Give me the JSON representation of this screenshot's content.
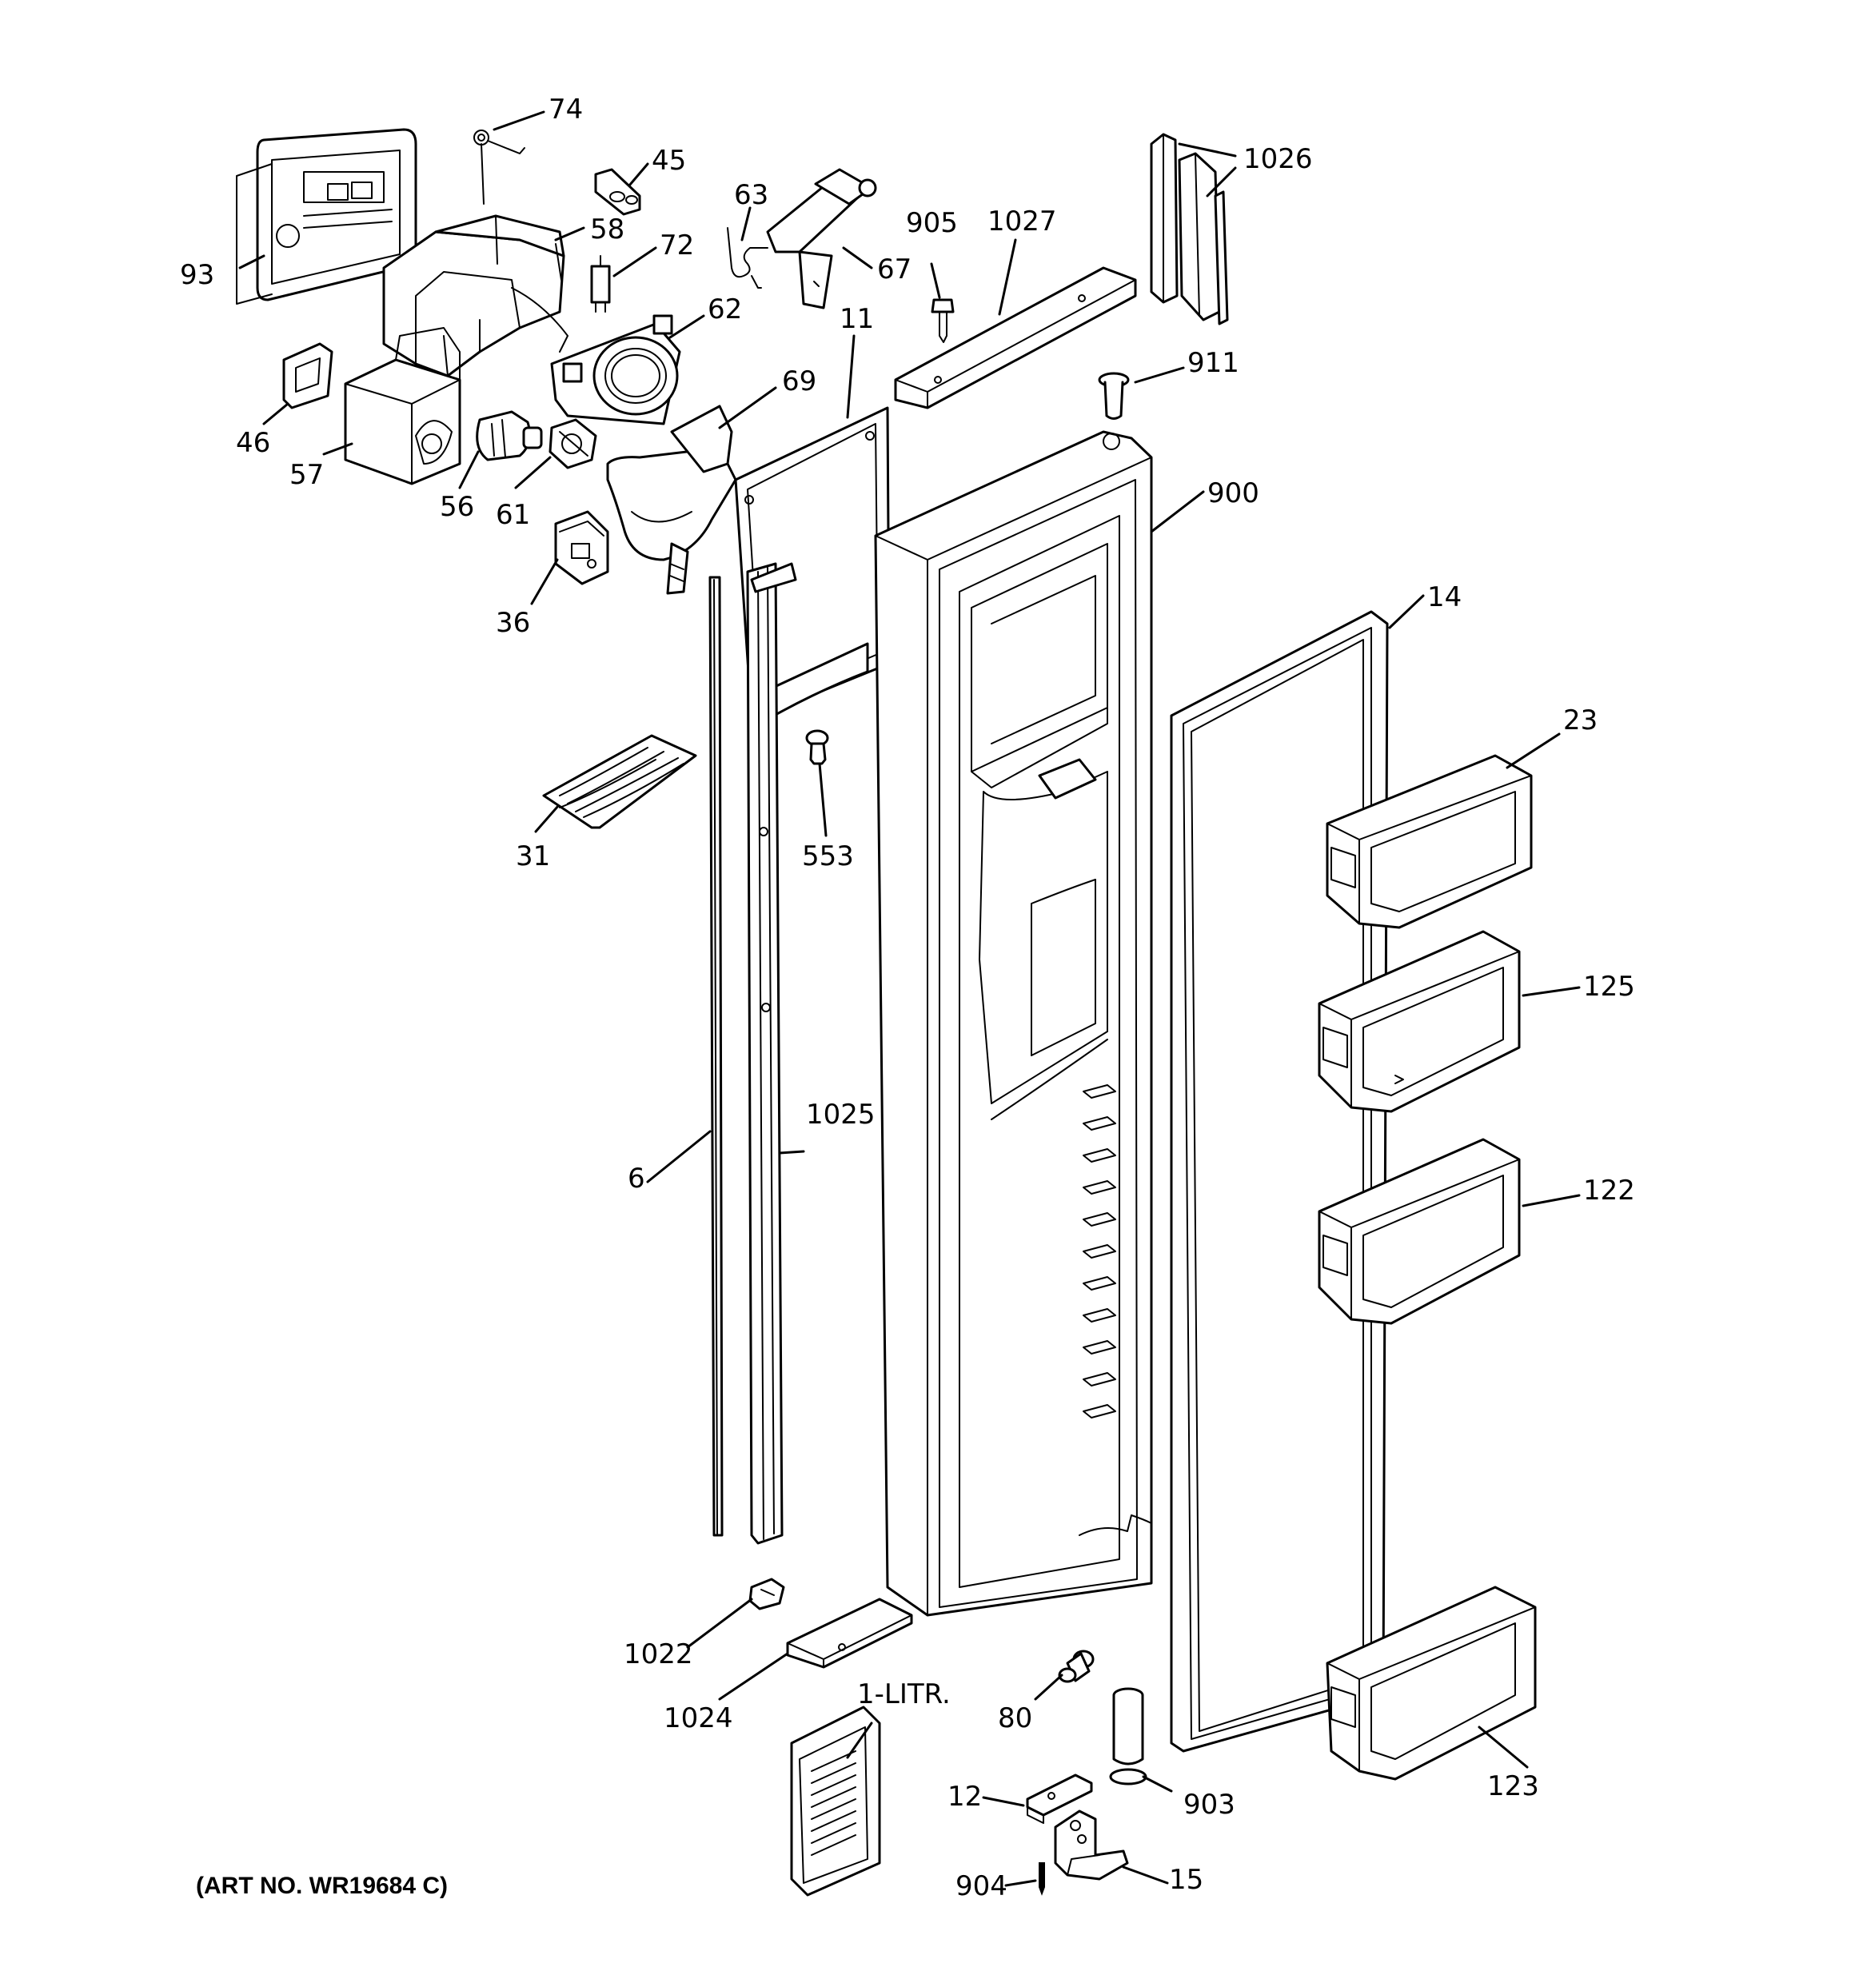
{
  "diagram": {
    "labels": {
      "p74": "74",
      "p45": "45",
      "p63": "63",
      "p905": "905",
      "p1027": "1027",
      "p1026": "1026",
      "p58": "58",
      "p72": "72",
      "p93": "93",
      "p67": "67",
      "p62": "62",
      "p11": "11",
      "p911": "911",
      "p69": "69",
      "p46": "46",
      "p57": "57",
      "p56": "56",
      "p61": "61",
      "p900": "900",
      "p36": "36",
      "p14": "14",
      "p23": "23",
      "p31": "31",
      "p553": "553",
      "p125": "125",
      "p1025": "1025",
      "p6": "6",
      "p122": "122",
      "p1022": "1022",
      "p1024": "1024",
      "p1litr": "1-LITR.",
      "p80": "80",
      "p12": "12",
      "p903": "903",
      "p123": "123",
      "p904": "904",
      "p15": "15"
    },
    "art_number": "(ART NO. WR19684 C)"
  }
}
